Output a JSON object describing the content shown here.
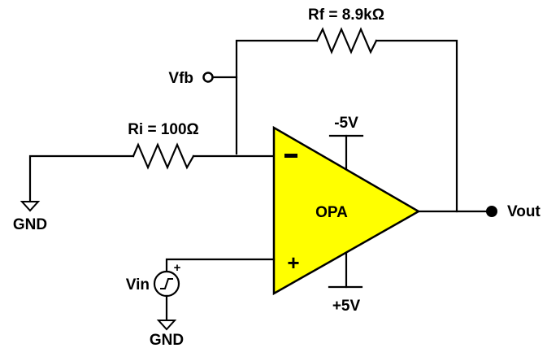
{
  "diagram": {
    "type": "inverting-feedback op-amp circuit",
    "colors": {
      "opamp_fill": "#ffff00",
      "line": "#000000",
      "background": "#ffffff"
    },
    "components": {
      "rf": {
        "label": "Rf = 8.9kΩ",
        "name": "Rf",
        "value": "8.9kΩ"
      },
      "ri": {
        "label": "Ri = 100Ω",
        "name": "Ri",
        "value": "100Ω"
      },
      "opamp": {
        "label": "OPA",
        "inverting_symbol": "−",
        "noninverting_symbol": "+"
      },
      "supply_negative": {
        "label": "-5V"
      },
      "supply_positive": {
        "label": "+5V"
      },
      "vin": {
        "label": "Vin",
        "polarity": "+",
        "type": "step-source"
      },
      "vfb": {
        "label": "Vfb",
        "type": "test-node"
      },
      "vout": {
        "label": "Vout",
        "type": "output-node"
      },
      "gnd_left": {
        "label": "GND"
      },
      "gnd_bottom": {
        "label": "GND"
      }
    }
  }
}
